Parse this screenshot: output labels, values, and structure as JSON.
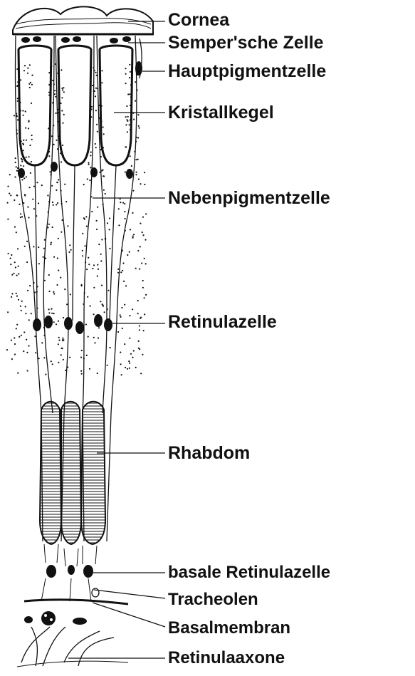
{
  "labels": {
    "cornea": "Cornea",
    "semper": "Semper'sche Zelle",
    "haupt": "Hauptpigmentzelle",
    "kristall": "Kristallkegel",
    "neben": "Nebenpigmentzelle",
    "retinula": "Retinulazelle",
    "rhabdom": "Rhabdom",
    "basale": "basale Retinulazelle",
    "tracheolen": "Tracheolen",
    "basalmembran": "Basalmembran",
    "axone": "Retinulaaxone"
  },
  "colors": {
    "ink": "#111111",
    "background": "#ffffff"
  }
}
